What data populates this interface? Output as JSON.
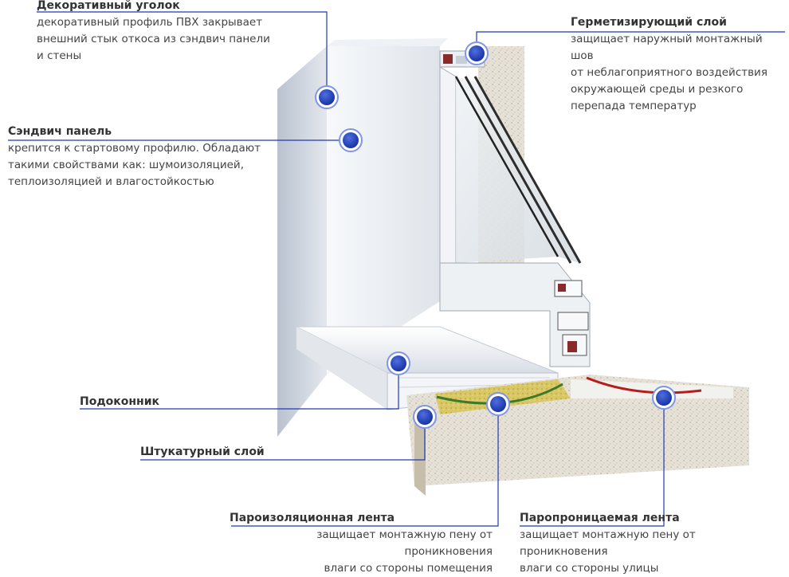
{
  "colors": {
    "marker_fill": "#1f3fbf",
    "marker_ring": "#7f96e6",
    "leader_line": "#1e3bb3",
    "pvc_white": "#f3f5f8",
    "pvc_shadow": "#c9d0da",
    "concrete": "#e5e0d4",
    "foam": "#d8c46a"
  },
  "callouts": [
    {
      "id": "decor-corner",
      "title": "Декоративный уголок",
      "text": "декоративный профиль ПВХ закрывает\nвнешний стык откоса из сэндвич панели\nи стены"
    },
    {
      "id": "sandwich-panel",
      "title": "Сэндвич панель",
      "text": "крепится  к стартовому профилю. Обладают\nтакими свойствами как: шумоизоляцией,\nтеплоизоляцией и влагостойкостью"
    },
    {
      "id": "sealing-layer",
      "title": "Герметизирующий слой",
      "text": "защищает наружный монтажный шов\nот неблагоприятного воздействия\nокружающей среды и резкого\nперепада температур"
    },
    {
      "id": "windowsill",
      "title": "Подоконник",
      "text": ""
    },
    {
      "id": "plaster-layer",
      "title": "Штукатурный слой",
      "text": ""
    },
    {
      "id": "vapor-barrier",
      "title": "Пароизоляционная лента",
      "text": "защищает монтажную пену от проникновения\nвлаги со стороны помещения"
    },
    {
      "id": "vapor-permeable",
      "title": "Паропроницаемая лента",
      "text": "защищает монтажную пену от проникновения\nвлаги со стороны улицы"
    }
  ]
}
